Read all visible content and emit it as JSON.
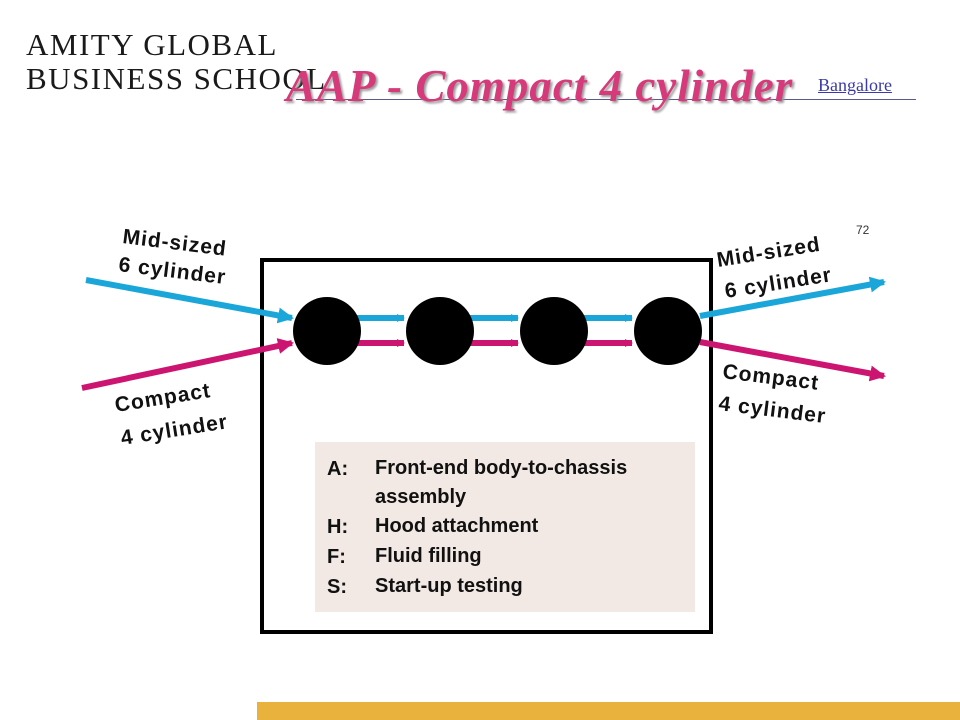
{
  "header": {
    "school_line1": "AMITY GLOBAL",
    "school_line2": "BUSINESS SCHOOL",
    "campus": "Bangalore",
    "title": "AAP - Compact 4 cylinder",
    "page_number": "72"
  },
  "diagram": {
    "inputs": [
      {
        "line1": "Mid-sized",
        "line2": "6 cylinder",
        "product": "mid-sized"
      },
      {
        "line1": "Compact",
        "line2": "4 cylinder",
        "product": "compact"
      }
    ],
    "outputs": [
      {
        "line1": "Mid-sized",
        "line2": "6 cylinder",
        "product": "mid-sized"
      },
      {
        "line1": "Compact",
        "line2": "4 cylinder",
        "product": "compact"
      }
    ],
    "stations": 4,
    "colors": {
      "mid_sized_flow": "#1aa6d9",
      "compact_flow": "#cc1570",
      "station": "#000000",
      "boundary": "#000000"
    }
  },
  "legend": {
    "items": [
      {
        "code": "A:",
        "desc": "Front-end body-to-chassis assembly"
      },
      {
        "code": "H:",
        "desc": "Hood attachment"
      },
      {
        "code": "F:",
        "desc": "Fluid filling"
      },
      {
        "code": "S:",
        "desc": "Start-up testing"
      }
    ],
    "background": "#f2e9e4"
  },
  "footer": {
    "bar_color": "#e8b23c"
  }
}
